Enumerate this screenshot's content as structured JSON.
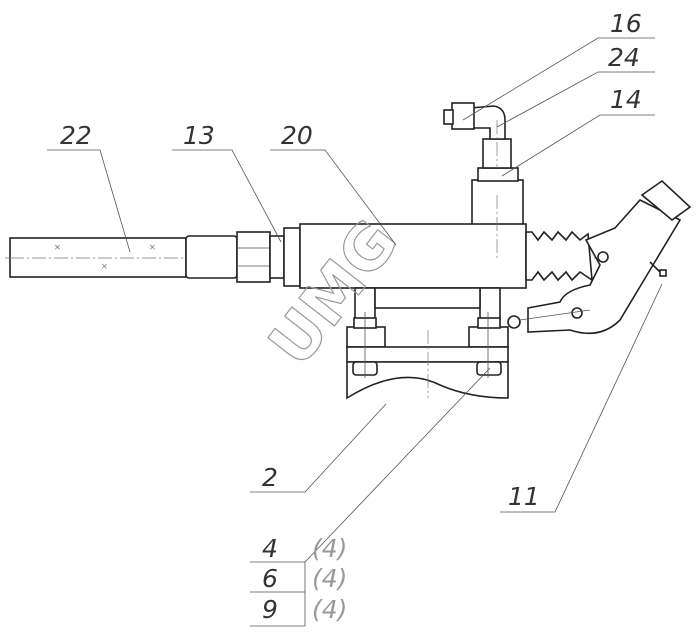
{
  "drawing": {
    "callouts": [
      {
        "id": "22",
        "label": "22"
      },
      {
        "id": "13",
        "label": "13"
      },
      {
        "id": "20",
        "label": "20"
      },
      {
        "id": "16",
        "label": "16"
      },
      {
        "id": "24",
        "label": "24"
      },
      {
        "id": "14",
        "label": "14"
      },
      {
        "id": "2",
        "label": "2"
      },
      {
        "id": "11",
        "label": "11"
      }
    ],
    "fastener_table": [
      {
        "pos": "4",
        "qty": "(4)"
      },
      {
        "pos": "6",
        "qty": "(4)"
      },
      {
        "pos": "9",
        "qty": "(4)"
      }
    ],
    "watermark": "UMG"
  }
}
